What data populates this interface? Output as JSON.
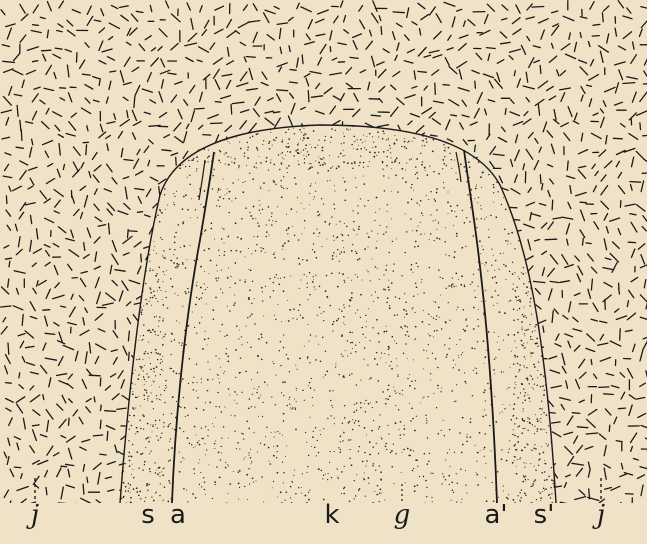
{
  "figure": {
    "colors": {
      "background": "#efe2c6",
      "ink": "#1a1a1a",
      "stipple": "#2a2520"
    },
    "labels": {
      "j_left": "j",
      "s": "s",
      "a": "a",
      "k": "k",
      "g": "g",
      "a_prime": "a'",
      "s_prime": "s'",
      "j_right": "j"
    }
  }
}
